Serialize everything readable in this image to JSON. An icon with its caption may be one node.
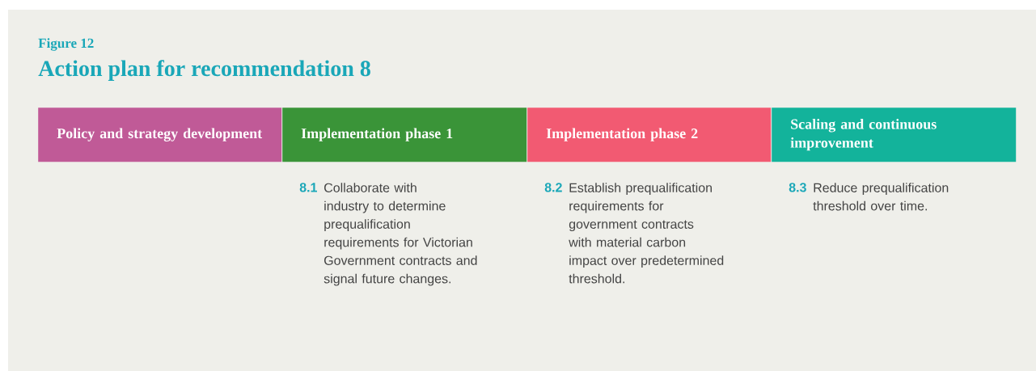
{
  "diagram": {
    "title": "Action plan for recommendation 8",
    "nodes": [
      {
        "text": [
          "Policy and strategy development"
        ]
      },
      {
        "text": [
          "Implementation phase 1"
        ],
        "beside": [
          "8.1",
          "Collaborate with industry to determine prequalification requirements for Victorian Government contracts and signal future changes."
        ]
      },
      {
        "text": [
          "Implementation phase 2"
        ],
        "beside": [
          "8.2",
          "Establish prequalification requirements for government contracts with material carbon impact over predetermined threshold."
        ]
      },
      {
        "text": [
          "Scaling and continuous improvement"
        ],
        "beside": [
          "8.3",
          "Reduce prequalification threshold over time."
        ]
      }
    ],
    "labels": [
      "Figure 12"
    ]
  }
}
